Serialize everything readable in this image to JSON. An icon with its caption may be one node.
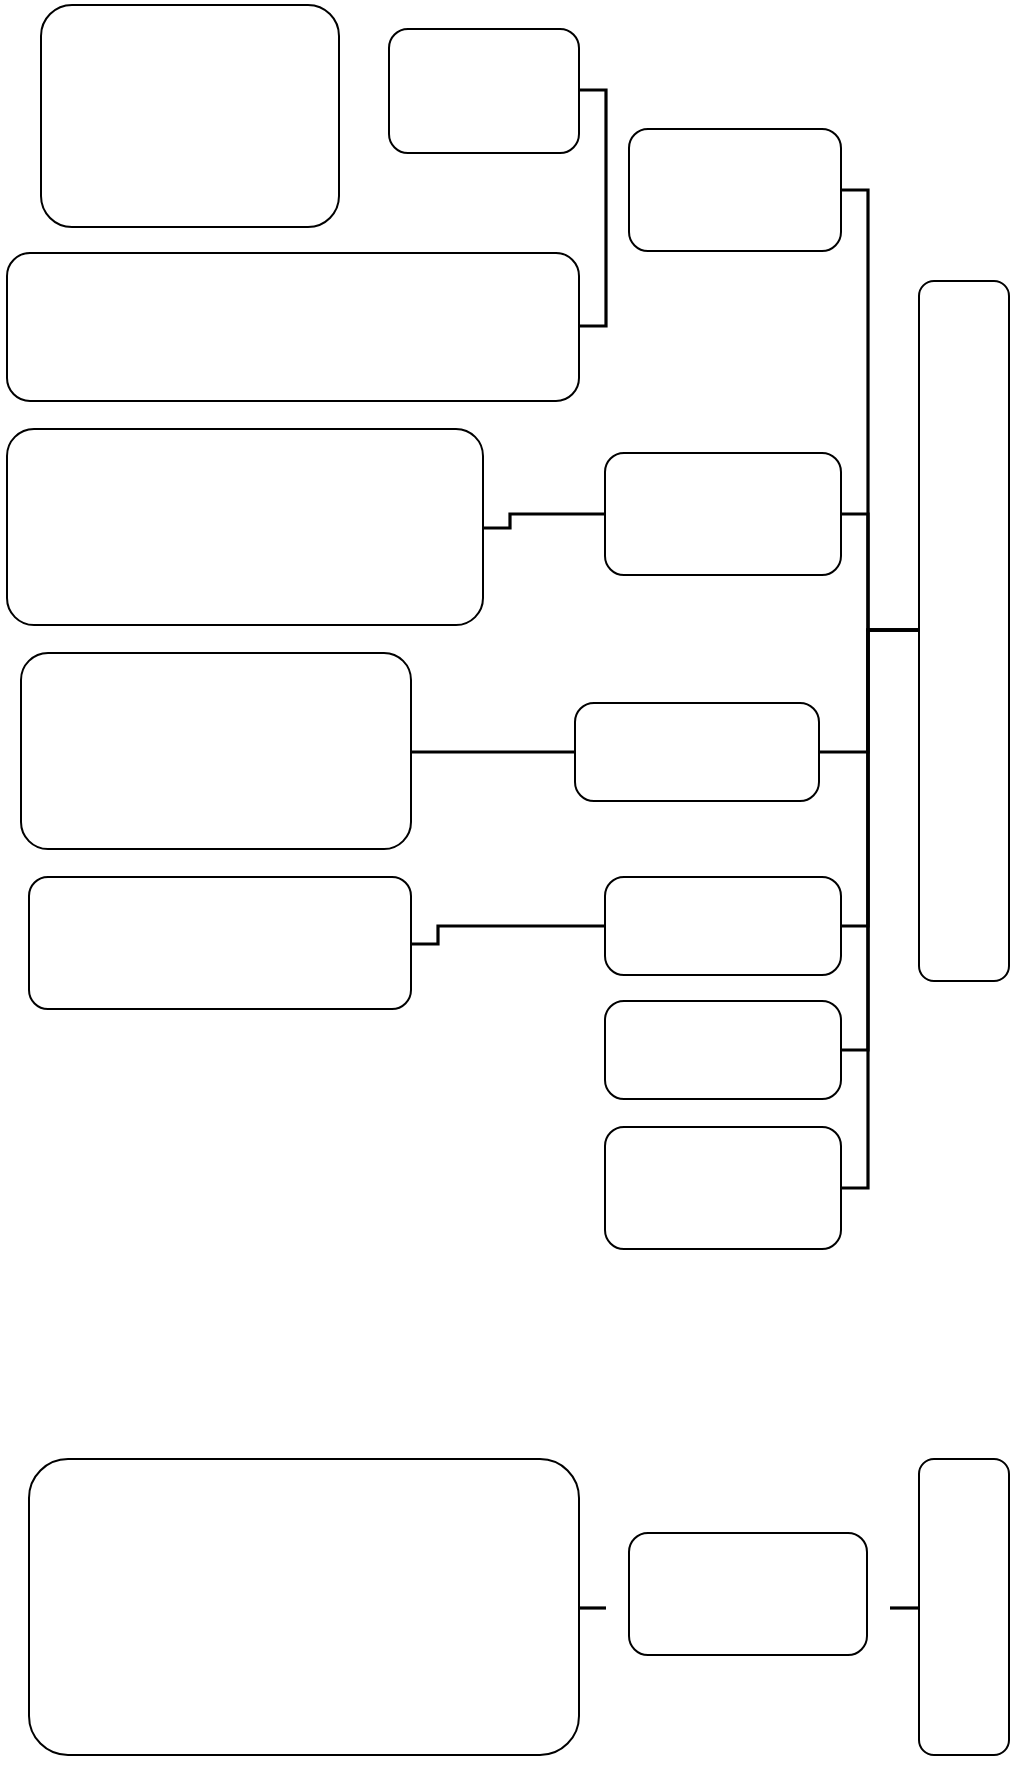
{
  "diagram": {
    "nodes": [
      {
        "text": [],
        "shape": "box"
      },
      {
        "text": [],
        "shape": "box"
      },
      {
        "text": [],
        "shape": "box"
      },
      {
        "text": [],
        "shape": "box"
      },
      {
        "text": [],
        "shape": "box"
      },
      {
        "text": [],
        "shape": "box"
      },
      {
        "text": [],
        "shape": "box"
      },
      {
        "text": [],
        "shape": "box"
      },
      {
        "text": [],
        "shape": "box"
      },
      {
        "text": [],
        "shape": "box"
      },
      {
        "text": [],
        "shape": "box"
      },
      {
        "text": [],
        "shape": "box"
      },
      {
        "text": [],
        "shape": "box"
      },
      {
        "text": [],
        "shape": "box"
      },
      {
        "text": [],
        "shape": "box"
      },
      {
        "text": [],
        "shape": "box"
      }
    ],
    "edges": [
      {
        "from": 1,
        "to": 3,
        "arrow": "none"
      },
      {
        "from": 2,
        "to": 4,
        "arrow": "none"
      },
      {
        "from": 5,
        "to": 6,
        "arrow": "none"
      },
      {
        "from": 6,
        "to": 4,
        "arrow": "none"
      },
      {
        "from": 7,
        "to": 8,
        "arrow": "none"
      },
      {
        "from": 8,
        "to": 4,
        "arrow": "none"
      },
      {
        "from": 9,
        "to": 10,
        "arrow": "none"
      },
      {
        "from": 10,
        "to": 4,
        "arrow": "none"
      },
      {
        "from": 11,
        "to": 4,
        "arrow": "none"
      },
      {
        "from": 12,
        "to": 4,
        "arrow": "none"
      },
      {
        "from": 13,
        "to": 14,
        "arrow": "none"
      },
      {
        "from": 14,
        "to": 15,
        "arrow": "none"
      }
    ]
  }
}
